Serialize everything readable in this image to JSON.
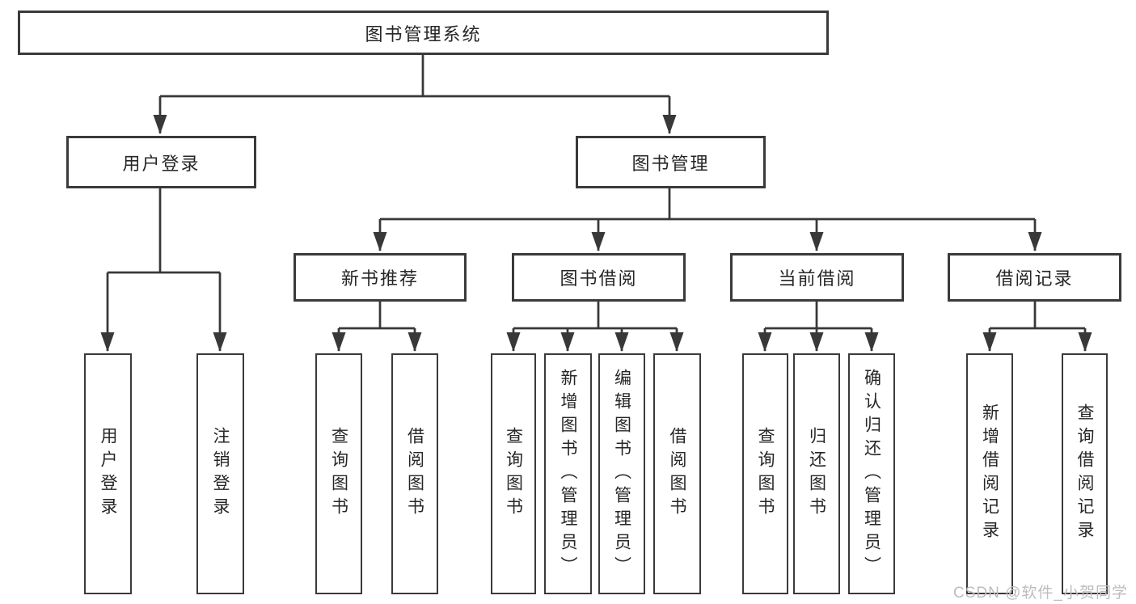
{
  "diagram": {
    "type": "hierarchy-tree",
    "orientation": "top-down",
    "levels": 4
  },
  "colors": {
    "line": "#383838",
    "box_border": "#3a3a3a",
    "box_bg": "#ffffff",
    "text": "#262626",
    "watermark": "#bdbdbd"
  },
  "nodes": {
    "root": {
      "label": "图书管理系统"
    },
    "level2": {
      "user_login_group": {
        "label": "用户登录"
      },
      "book_management": {
        "label": "图书管理"
      }
    },
    "level3": {
      "new_book_recommend": {
        "label": "新书推荐"
      },
      "book_borrowing": {
        "label": "图书借阅"
      },
      "current_borrowing": {
        "label": "当前借阅"
      },
      "borrowing_records": {
        "label": "借阅记录"
      }
    },
    "leaves": {
      "user_login": {
        "label": "用户登录"
      },
      "logout": {
        "label": "注销登录"
      },
      "recommend_query_books": {
        "label": "查询图书"
      },
      "recommend_borrow_books": {
        "label": "借阅图书"
      },
      "borrowing_query_books": {
        "label": "查询图书"
      },
      "borrowing_add_books": {
        "label": "新增图书（管理员）"
      },
      "borrowing_edit_books": {
        "label": "编辑图书（管理员）"
      },
      "borrowing_borrow_books": {
        "label": "借阅图书"
      },
      "current_query_books": {
        "label": "查询图书"
      },
      "current_return_books": {
        "label": "归还图书"
      },
      "current_confirm_return": {
        "label": "确认归还（管理员）"
      },
      "records_add_record": {
        "label": "新增借阅记录"
      },
      "records_query_record": {
        "label": "查询借阅记录"
      }
    }
  },
  "watermark": {
    "text": "CSDN @软件_小贺同学"
  }
}
